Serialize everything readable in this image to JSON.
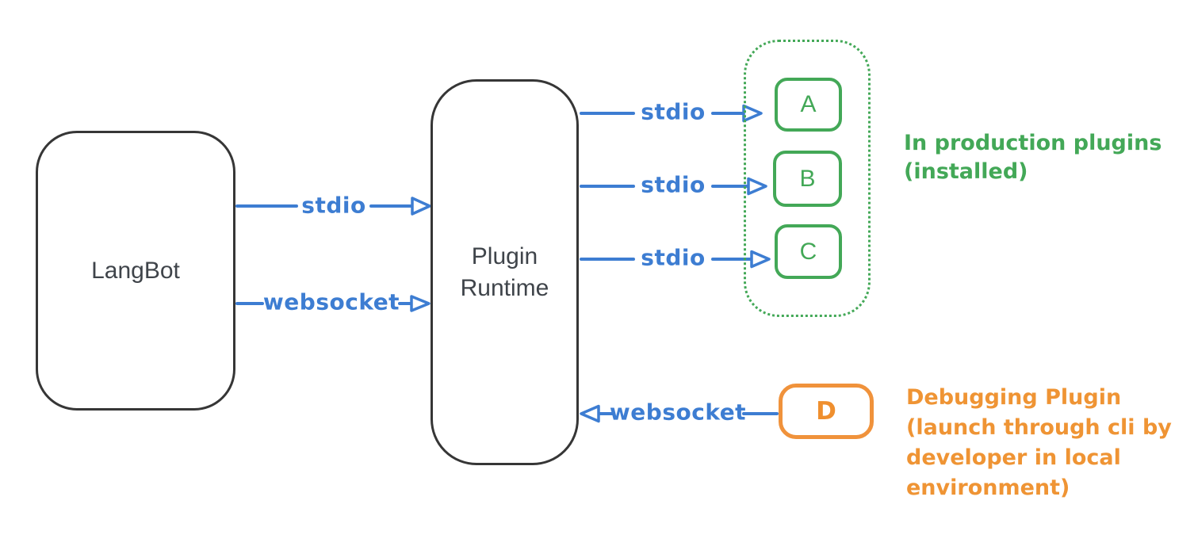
{
  "colors": {
    "ink": "#363636",
    "arrow_blue": "#3d7dd2",
    "plugin_green": "#43a857",
    "debug_orange": "#ef9434",
    "background": "#ffffff"
  },
  "nodes": {
    "langbot": {
      "label": "LangBot"
    },
    "plugin_runtime": {
      "label": "Plugin\nRuntime"
    },
    "plugin_a": {
      "label": "A"
    },
    "plugin_b": {
      "label": "B"
    },
    "plugin_c": {
      "label": "C"
    },
    "plugin_d": {
      "label": "D"
    }
  },
  "edges": {
    "langbot_stdio": {
      "label": "stdio"
    },
    "langbot_websocket": {
      "label": "websocket"
    },
    "runtime_stdio_a": {
      "label": "stdio"
    },
    "runtime_stdio_b": {
      "label": "stdio"
    },
    "runtime_stdio_c": {
      "label": "stdio"
    },
    "runtime_websocket_d": {
      "label": "websocket"
    }
  },
  "annotations": {
    "production": {
      "text": "In production plugins\n(installed)"
    },
    "debugging": {
      "text": "Debugging Plugin\n(launch through cli by\ndeveloper in local\nenvironment)"
    }
  }
}
